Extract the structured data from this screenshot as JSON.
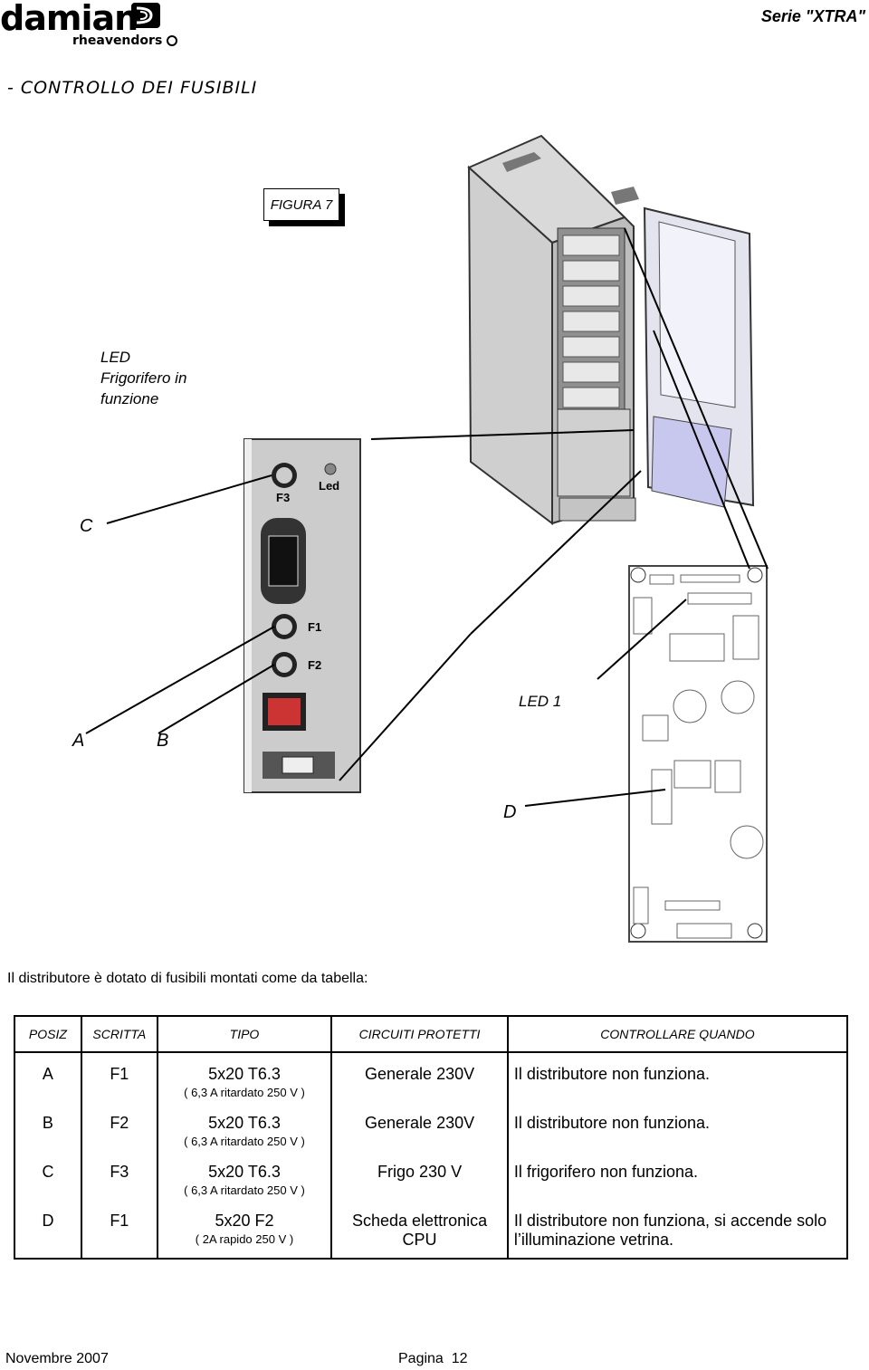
{
  "header": {
    "brand": "damian",
    "brand_sub": "rheavendors",
    "series": "Serie \"XTRA\""
  },
  "section_title": "- CONTROLLO DEI FUSIBILI",
  "figure_label": "FIGURA 7",
  "callouts": {
    "led_frigo": [
      "LED",
      "Frigorifero in",
      "funzione"
    ],
    "led1": "LED 1",
    "a": "A",
    "b": "B",
    "c": "C",
    "d": "D"
  },
  "panel_labels": {
    "f3": "F3",
    "led": "Led",
    "f1": "F1",
    "f2": "F2"
  },
  "intro_text": "Il distributore è dotato di fusibili montati come da tabella:",
  "table": {
    "headers": [
      "POSIZ",
      "SCRITTA",
      "TIPO",
      "CIRCUITI PROTETTI",
      "CONTROLLARE QUANDO"
    ],
    "rows": [
      {
        "pos": "A",
        "scritta": "F1",
        "tipo": "5x20 T6.3",
        "tipo_sub": "( 6,3 A ritardato 250 V )",
        "circuiti": "Generale 230V",
        "quando": "Il distributore non funziona."
      },
      {
        "pos": "B",
        "scritta": "F2",
        "tipo": "5x20 T6.3",
        "tipo_sub": "( 6,3 A ritardato 250 V )",
        "circuiti": "Generale 230V",
        "quando": "Il distributore non funziona."
      },
      {
        "pos": "C",
        "scritta": "F3",
        "tipo": "5x20 T6.3",
        "tipo_sub": "( 6,3 A ritardato 250 V )",
        "circuiti": "Frigo 230 V",
        "quando": "Il frigorifero non funziona."
      },
      {
        "pos": "D",
        "scritta": "F1",
        "tipo": "5x20 F2",
        "tipo_sub": "( 2A rapido 250 V )",
        "circuiti": "Scheda elettronica CPU",
        "quando": "Il distributore non funziona, si accende solo l’illuminazione vetrina."
      }
    ]
  },
  "footer": {
    "date": "Novembre 2007",
    "page": "Pagina  12"
  }
}
